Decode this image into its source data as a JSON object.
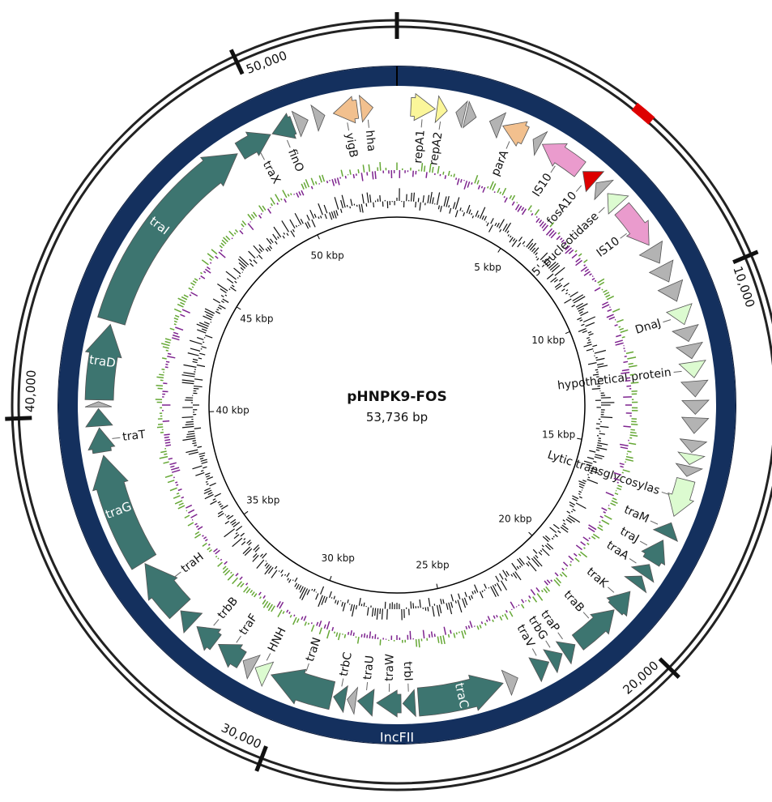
{
  "plasmid": {
    "name": "pHNPK9-FOS",
    "length_label": "53,736 bp",
    "length": 53736
  },
  "backbone": {
    "label": "IncFII",
    "color": "#14305e"
  },
  "inner_ticks": [
    "5 kbp",
    "10 kbp",
    "15 kbp",
    "20 kbp",
    "25 kbp",
    "30 kbp",
    "35 kbp",
    "40 kbp",
    "45 kbp",
    "50 kbp"
  ],
  "outer_positions": [
    "10,000",
    "20,000",
    "30,000",
    "40,000",
    "50,000"
  ],
  "colors": {
    "tra": "#3d7570",
    "grey": "#b3b3b3",
    "orange": "#f2c08e",
    "yellow": "#fbf69a",
    "pink": "#ea9bcd",
    "red": "#dd0000",
    "lightgreen": "#dcfbd0",
    "gc_pos": "#66a836",
    "gc_neg": "#7e248f",
    "gc_content": "#111111"
  },
  "genes": [
    {
      "name": "repA1",
      "start": 400,
      "end": 1100,
      "strand": 1,
      "type": "yellow",
      "show": true
    },
    {
      "name": "repA2",
      "start": 1150,
      "end": 1450,
      "strand": 1,
      "type": "yellow",
      "show": true
    },
    {
      "name": "",
      "start": 1700,
      "end": 1950,
      "strand": -1,
      "type": "grey",
      "show": false
    },
    {
      "name": "",
      "start": 2000,
      "end": 2300,
      "strand": 1,
      "type": "grey",
      "show": false
    },
    {
      "name": "",
      "start": 2700,
      "end": 3050,
      "strand": -1,
      "type": "grey",
      "show": false
    },
    {
      "name": "parA",
      "start": 3100,
      "end": 3800,
      "strand": -1,
      "type": "orange",
      "show": true
    },
    {
      "name": "",
      "start": 4050,
      "end": 4300,
      "strand": -1,
      "type": "grey",
      "show": false
    },
    {
      "name": "IS10",
      "start": 4350,
      "end": 5650,
      "strand": -1,
      "type": "pink",
      "show": true
    },
    {
      "name": "fosA10",
      "start": 5750,
      "end": 6200,
      "strand": -1,
      "type": "red",
      "show": true
    },
    {
      "name": "",
      "start": 6250,
      "end": 6550,
      "strand": -1,
      "type": "grey",
      "show": false
    },
    {
      "name": "5'-nucleotidase",
      "start": 6700,
      "end": 7150,
      "strand": -1,
      "type": "lightgreen",
      "show": true
    },
    {
      "name": "IS10",
      "start": 7300,
      "end": 8600,
      "strand": 1,
      "type": "pink",
      "show": true
    },
    {
      "name": "",
      "start": 8700,
      "end": 9200,
      "strand": 1,
      "type": "grey",
      "show": false
    },
    {
      "name": "",
      "start": 9300,
      "end": 9800,
      "strand": 1,
      "type": "grey",
      "show": false
    },
    {
      "name": "",
      "start": 9900,
      "end": 10400,
      "strand": 1,
      "type": "grey",
      "show": false
    },
    {
      "name": "DnaJ",
      "start": 10600,
      "end": 11100,
      "strand": 1,
      "type": "lightgreen",
      "show": true
    },
    {
      "name": "",
      "start": 11200,
      "end": 11600,
      "strand": 1,
      "type": "grey",
      "show": false
    },
    {
      "name": "",
      "start": 11700,
      "end": 12100,
      "strand": 1,
      "type": "grey",
      "show": false
    },
    {
      "name": "hypothetical protein",
      "start": 12200,
      "end": 12650,
      "strand": 1,
      "type": "lightgreen",
      "show": true
    },
    {
      "name": "",
      "start": 12750,
      "end": 13200,
      "strand": 1,
      "type": "grey",
      "show": false
    },
    {
      "name": "",
      "start": 13300,
      "end": 13700,
      "strand": 1,
      "type": "grey",
      "show": false
    },
    {
      "name": "",
      "start": 13800,
      "end": 14250,
      "strand": 1,
      "type": "grey",
      "show": false
    },
    {
      "name": "",
      "start": 14450,
      "end": 14800,
      "strand": 1,
      "type": "grey",
      "show": false
    },
    {
      "name": "",
      "start": 14850,
      "end": 15150,
      "strand": 1,
      "type": "lightgreen",
      "show": false
    },
    {
      "name": "",
      "start": 15200,
      "end": 15500,
      "strand": 1,
      "type": "grey",
      "show": false
    },
    {
      "name": "Lytic transglycosylas",
      "start": 15600,
      "end": 16700,
      "strand": 1,
      "type": "lightgreen",
      "show": true
    },
    {
      "name": "traM",
      "start": 16900,
      "end": 17300,
      "strand": -1,
      "type": "tra",
      "show": true
    },
    {
      "name": "traJ",
      "start": 17450,
      "end": 18150,
      "strand": -1,
      "type": "tra",
      "show": true
    },
    {
      "name": "traA",
      "start": 18250,
      "end": 18600,
      "strand": -1,
      "type": "tra",
      "show": true
    },
    {
      "name": "",
      "start": 18650,
      "end": 18950,
      "strand": -1,
      "type": "tra",
      "show": false
    },
    {
      "name": "traK",
      "start": 19200,
      "end": 19850,
      "strand": -1,
      "type": "tra",
      "show": true
    },
    {
      "name": "traB",
      "start": 19900,
      "end": 21300,
      "strand": -1,
      "type": "tra",
      "show": true
    },
    {
      "name": "traP",
      "start": 21400,
      "end": 21800,
      "strand": -1,
      "type": "tra",
      "show": true
    },
    {
      "name": "trbG",
      "start": 21850,
      "end": 22250,
      "strand": -1,
      "type": "tra",
      "show": true
    },
    {
      "name": "traV",
      "start": 22300,
      "end": 22750,
      "strand": -1,
      "type": "tra",
      "show": true
    },
    {
      "name": "",
      "start": 23300,
      "end": 23650,
      "strand": -1,
      "type": "grey",
      "show": false
    },
    {
      "name": "traC",
      "start": 23750,
      "end": 26250,
      "strand": -1,
      "type": "tra",
      "show": true
    },
    {
      "name": "trbI",
      "start": 26350,
      "end": 26700,
      "strand": 1,
      "type": "tra",
      "show": true
    },
    {
      "name": "traW",
      "start": 26750,
      "end": 27450,
      "strand": 1,
      "type": "tra",
      "show": true
    },
    {
      "name": "traU",
      "start": 27550,
      "end": 28000,
      "strand": 1,
      "type": "tra",
      "show": true
    },
    {
      "name": "",
      "start": 28050,
      "end": 28300,
      "strand": 1,
      "type": "grey",
      "show": false
    },
    {
      "name": "trbC",
      "start": 28350,
      "end": 28700,
      "strand": 1,
      "type": "tra",
      "show": true
    },
    {
      "name": "traN",
      "start": 28750,
      "end": 30600,
      "strand": 1,
      "type": "tra",
      "show": true
    },
    {
      "name": "HNH",
      "start": 30700,
      "end": 31100,
      "strand": 1,
      "type": "lightgreen",
      "show": true
    },
    {
      "name": "",
      "start": 31150,
      "end": 31500,
      "strand": 1,
      "type": "grey",
      "show": false
    },
    {
      "name": "traF",
      "start": 31550,
      "end": 32350,
      "strand": 1,
      "type": "tra",
      "show": true
    },
    {
      "name": "trbB",
      "start": 32450,
      "end": 33150,
      "strand": 1,
      "type": "tra",
      "show": true
    },
    {
      "name": "",
      "start": 33300,
      "end": 33800,
      "strand": 1,
      "type": "tra",
      "show": false
    },
    {
      "name": "traH",
      "start": 33850,
      "end": 35500,
      "strand": 1,
      "type": "tra",
      "show": true
    },
    {
      "name": "traG",
      "start": 35550,
      "end": 38850,
      "strand": 1,
      "type": "tra",
      "show": true
    },
    {
      "name": "traT",
      "start": 38950,
      "end": 39650,
      "strand": 1,
      "type": "tra",
      "show": true
    },
    {
      "name": "",
      "start": 39700,
      "end": 40200,
      "strand": 1,
      "type": "tra",
      "show": false
    },
    {
      "name": "",
      "start": 40250,
      "end": 40400,
      "strand": 1,
      "type": "grey",
      "show": false
    },
    {
      "name": "traD",
      "start": 40450,
      "end": 42650,
      "strand": 1,
      "type": "tra",
      "show": true
    },
    {
      "name": "traI",
      "start": 42750,
      "end": 48900,
      "strand": 1,
      "type": "tra",
      "show": true
    },
    {
      "name": "traX",
      "start": 49000,
      "end": 50000,
      "strand": 1,
      "type": "tra",
      "show": true
    },
    {
      "name": "finO",
      "start": 50050,
      "end": 50700,
      "strand": -1,
      "type": "tra",
      "show": true
    },
    {
      "name": "",
      "start": 50800,
      "end": 51150,
      "strand": 1,
      "type": "grey",
      "show": false
    },
    {
      "name": "",
      "start": 51350,
      "end": 51650,
      "strand": 1,
      "type": "grey",
      "show": false
    },
    {
      "name": "yigB",
      "start": 51900,
      "end": 52600,
      "strand": -1,
      "type": "orange",
      "show": true
    },
    {
      "name": "hha",
      "start": 52700,
      "end": 53050,
      "strand": 1,
      "type": "orange",
      "show": true
    }
  ],
  "inside_labels": [
    "traC",
    "traD",
    "traG",
    "traI"
  ]
}
